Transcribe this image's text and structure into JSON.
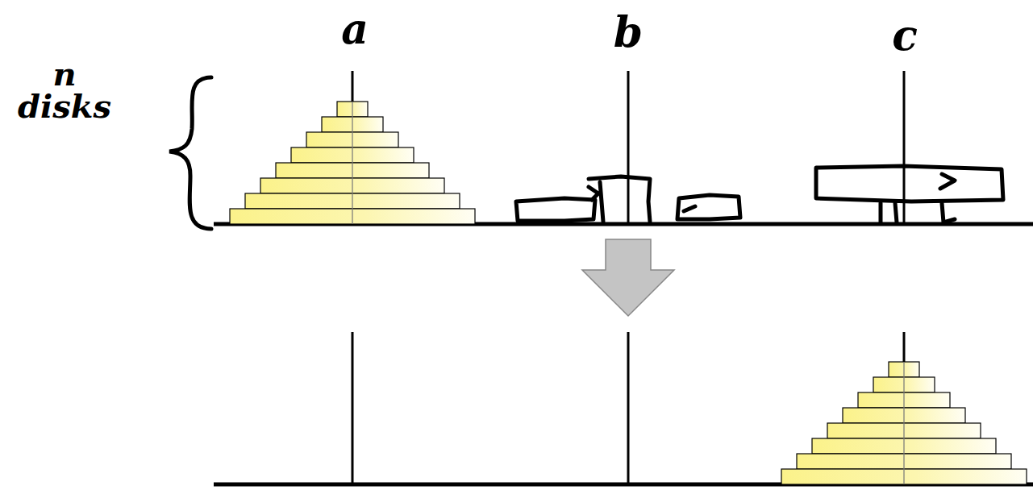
{
  "diagram": {
    "labels": [
      "a",
      "b",
      "c",
      "n disks"
    ]
  }
}
